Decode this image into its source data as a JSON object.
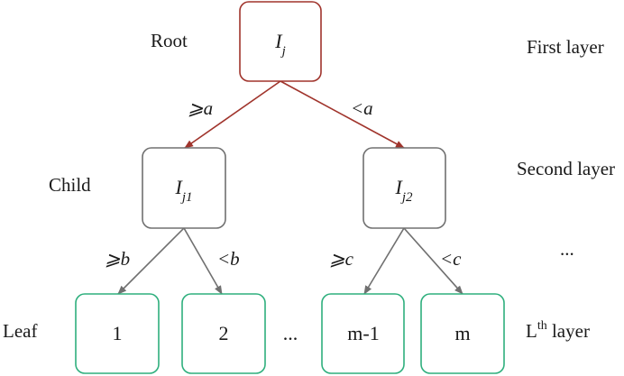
{
  "labels": {
    "root": "Root",
    "child": "Child",
    "leaf": "Leaf",
    "first_layer": "First layer",
    "second_layer": "Second layer",
    "ellipsis_layers": "...",
    "lth_layer_prefix": "L",
    "lth_layer_sup": "th",
    "lth_layer_suffix": " layer"
  },
  "nodes": {
    "root": {
      "base": "I",
      "sub": "j"
    },
    "child1": {
      "base": "I",
      "sub": "j1"
    },
    "child2": {
      "base": "I",
      "sub": "j2"
    },
    "leaf1": "1",
    "leaf2": "2",
    "leaf_ellipsis": "...",
    "leaf_m_minus_1": "m-1",
    "leaf_m": "m"
  },
  "edges": {
    "root_left": "⩾a",
    "root_right": "<a",
    "child1_left": "⩾b",
    "child1_right": "<b",
    "child2_left": "⩾c",
    "child2_right": "<c"
  },
  "colors": {
    "root_border": "#a0342c",
    "root_edge": "#a0342c",
    "child_border": "#707070",
    "child_edge": "#707070",
    "leaf_border": "#2eaf7d"
  }
}
